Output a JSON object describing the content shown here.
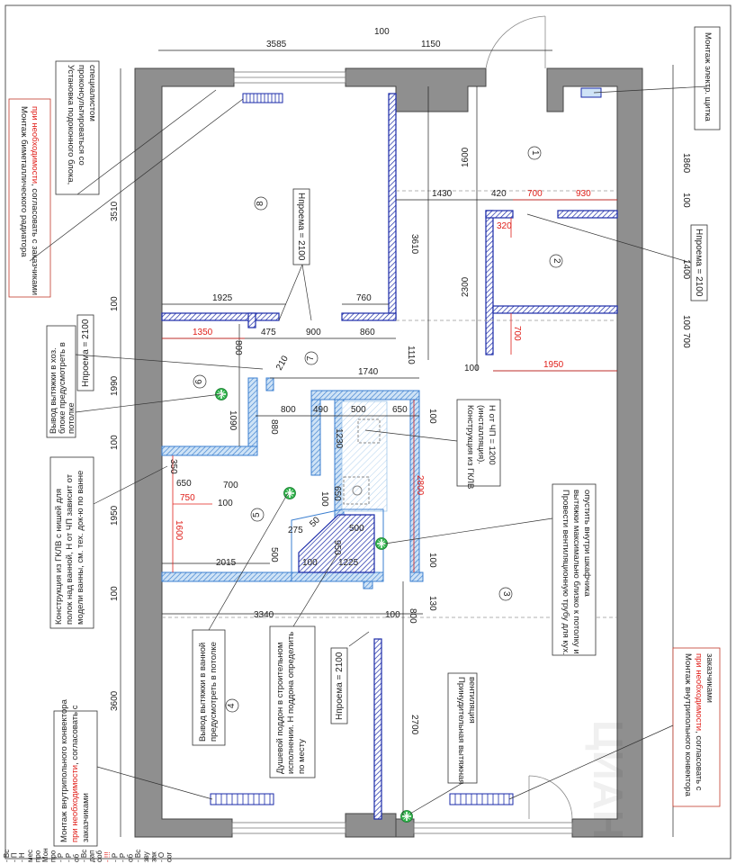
{
  "notes": {
    "electric_panel": "Монтаж электр. щитка",
    "window_unit": [
      "Установка подоконного блока,",
      "проконсультироваться со",
      "специалистом"
    ],
    "radiator": [
      "Монтаж биметаллического радиатора",
      "при необходимости",
      ", согласовать с заказчиками"
    ],
    "kitchen_vent": [
      "Провести вентиляционную трубу для кух.",
      "вытяжки максимально близко к потолку и",
      "опустить внутри шкафчика"
    ],
    "installation": [
      "Конструкция из ГКЛВ",
      "(инсталляция).",
      "Н от ЧП = 1200"
    ],
    "hoz_vent": [
      "Вывод вытяжки в хоз.",
      "блоке предусмотреть в",
      "потолке"
    ],
    "bath_niche": [
      "Конструкция из ГКЛВ с нишей для",
      "полок над ванной, Н от ЧП зависит от",
      "модели ванны, см. тех. док-ю по ванне"
    ],
    "bath_vent": [
      "Вывод вытяжки в ванной",
      "предусмотреть в потолке"
    ],
    "shower": [
      "Душевой поддон в строительном",
      "исполнении. Н поддона определить",
      "по месту"
    ],
    "forced_vent": [
      "Принудительная вытяжная",
      "вентиляция"
    ],
    "convector_right": [
      "Монтаж внутрипольного конвектора",
      "при необходимости",
      ", согласовать с",
      "заказчиками"
    ],
    "convector_left": [
      "Монтаж внутрипольного конвектора",
      "при необходимости",
      ", согласовать с",
      "заказчиками"
    ]
  },
  "openings": {
    "h2100_a": "Нпроема = 2100",
    "h2100_b": "Нпроема = 2100",
    "h2100_c": "Нпроема = 2100",
    "h2100_d": "Нпроема = 2100"
  },
  "rooms": [
    "1",
    "2",
    "3",
    "4",
    "5",
    "6",
    "7",
    "8"
  ],
  "dims": {
    "top_3585": "3585",
    "top_100": "100",
    "top_1150": "1150",
    "right_1860": "1860",
    "right_100a": "100",
    "right_1400": "1400",
    "right_100b": "100",
    "right_700": "700",
    "left_3510": "3510",
    "left_100a": "100",
    "left_1990": "1990",
    "left_100b": "100",
    "left_1950": "1950",
    "left_100c": "100",
    "left_3600": "3600",
    "d1600": "1600",
    "d3610": "3610",
    "d1430": "1430",
    "d420": "420",
    "d700r": "700",
    "d930r": "930",
    "d320r": "320",
    "d2300": "2300",
    "d700r2": "700",
    "d100": "100",
    "d1950r": "1950",
    "d1925": "1925",
    "d760": "760",
    "d1350r": "1350",
    "d475": "475",
    "d800a": "800",
    "d900": "900",
    "d860": "860",
    "d1110": "1110",
    "d210": "210",
    "d1740": "1740",
    "d800b": "800",
    "d490": "490",
    "d500a": "500",
    "d650a": "650",
    "d100b": "100",
    "d1090": "1090",
    "d880": "880",
    "d1230": "1230",
    "d2800r": "2800",
    "d350": "350",
    "d650b": "650",
    "d700": "700",
    "d750r": "750",
    "d100c": "100",
    "d1600r": "1600",
    "d100d": "100",
    "d650c": "650",
    "d275": "275",
    "d50": "50",
    "d500b": "500",
    "d950": "950",
    "d500c": "500",
    "d100e": "100",
    "d1225": "1225",
    "d2015": "2015",
    "d100f": "100",
    "d130": "130",
    "d3340": "3340",
    "d100g": "100",
    "d800c": "800",
    "d2700": "2700"
  },
  "bottom_legend": [
    "- Вс",
    "- П",
    "- Н",
    "мес",
    "про",
    "Мон",
    "про",
    "- Р",
    "- Р",
    "об",
    "- Вс",
    "дап",
    "соб",
    "- !!!",
    "- Р",
    "- Р",
    "об",
    "- Вс",
    "зву",
    "зак",
    "- О",
    "сог"
  ],
  "watermark": "ЦИАН"
}
